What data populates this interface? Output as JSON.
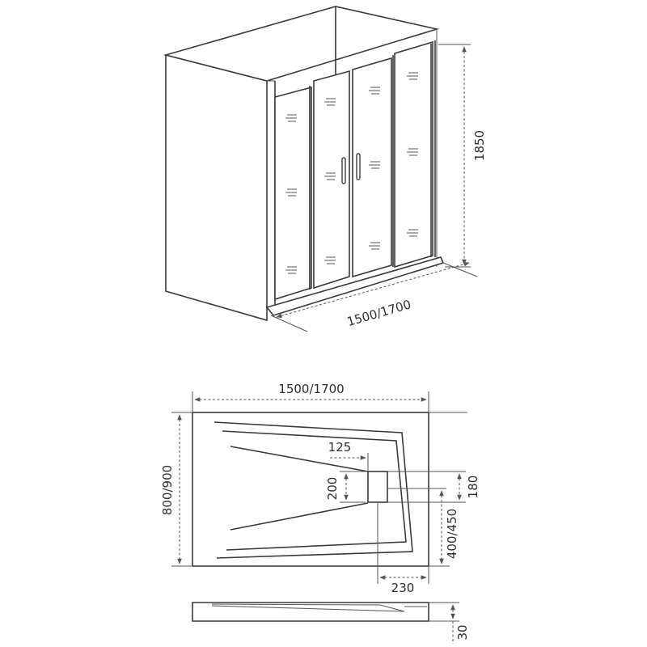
{
  "enclosure_view": {
    "height_label": "1850",
    "width_label": "1500/1700"
  },
  "tray_plan": {
    "width_label": "1500/1700",
    "depth_label": "800/900",
    "drain_offset_label": "125",
    "drain_height_label": "200",
    "drain_width_label": "180",
    "drain_from_edge_label": "400/450",
    "drain_from_side_label": "230"
  },
  "tray_side": {
    "thickness_label": "30"
  },
  "icons": {
    "dimension_arrow": "arrowhead-icon",
    "door_handle": "handle-icon",
    "frost_pattern": "frost-pattern-icon"
  }
}
